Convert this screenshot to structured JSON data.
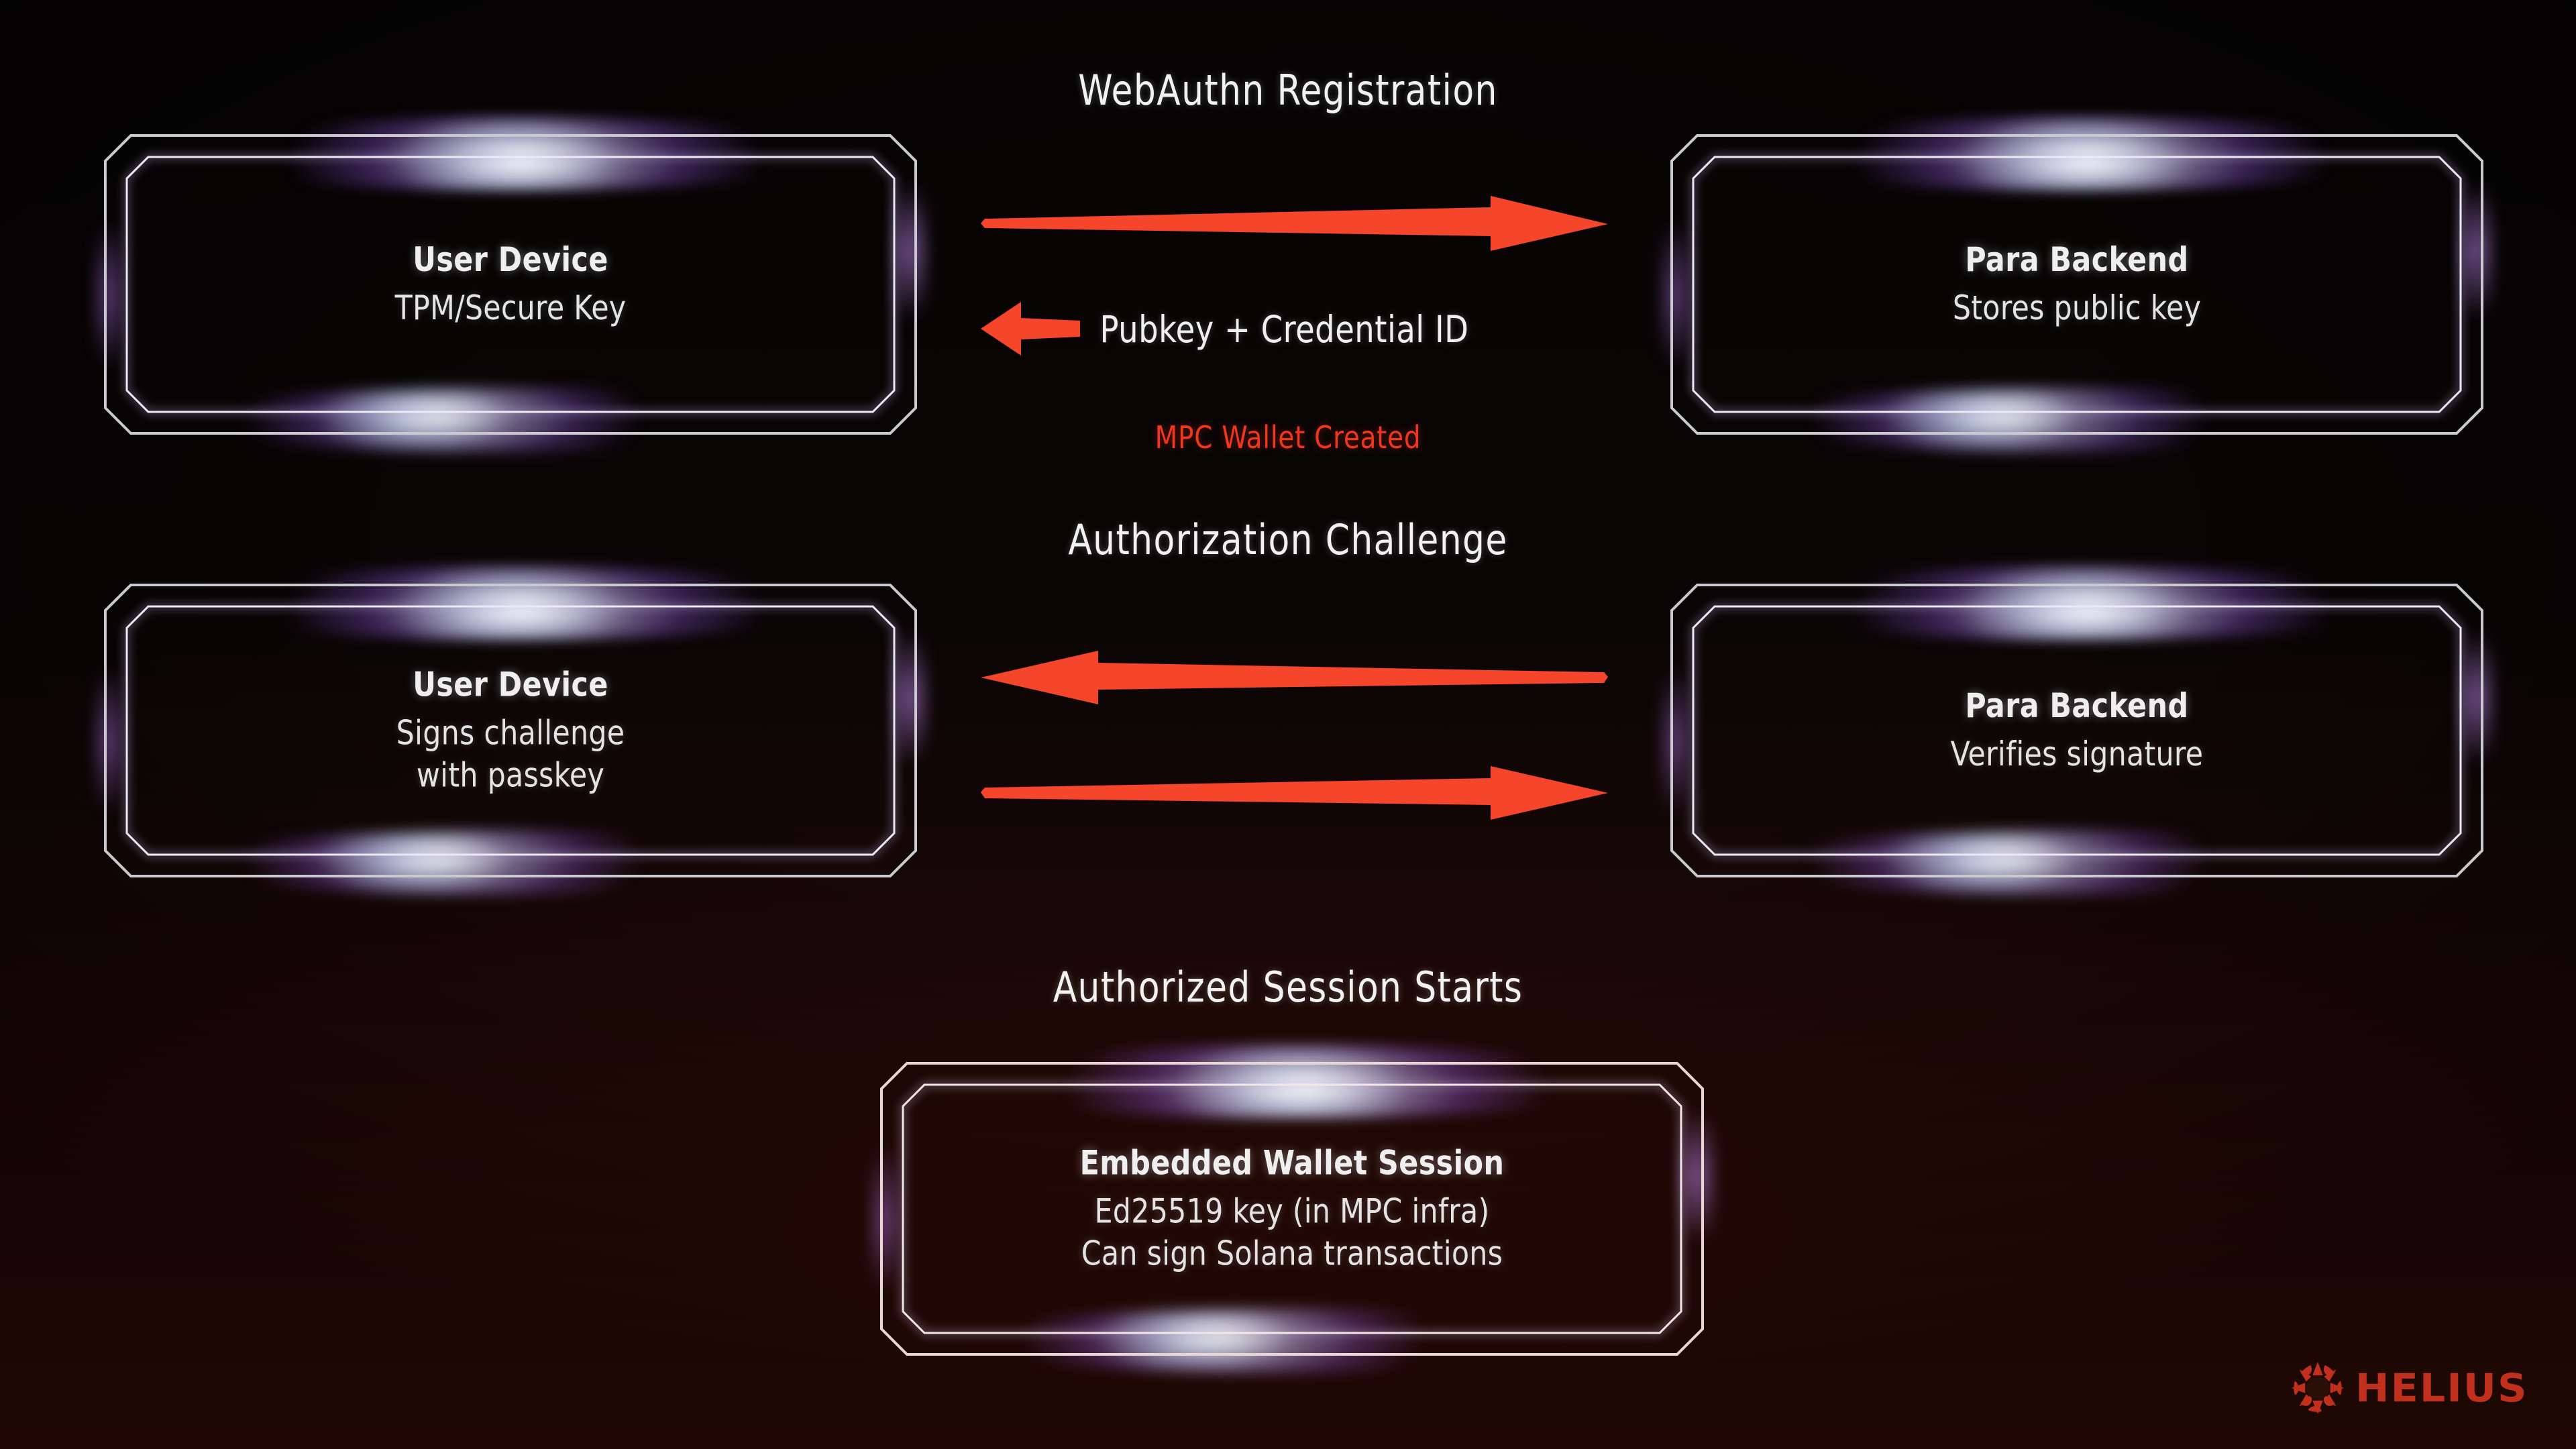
{
  "theme": {
    "background_top": "#070404",
    "background_bottom": "#45120a",
    "arrow_color": "#f5452a",
    "note_color": "#f0371c",
    "glow_purple": "#9a5ae6",
    "glow_cyan": "#bdf6ff",
    "text_color": "#efefef",
    "brand_color": "#c0301c"
  },
  "sections": [
    {
      "title": "WebAuthn Registration",
      "left_box": {
        "title": "User Device",
        "lines": [
          "TPM/Secure Key"
        ]
      },
      "right_box": {
        "title": "Para Backend",
        "lines": [
          "Stores public key"
        ]
      },
      "arrows": [
        {
          "name": "registration-request-arrow",
          "direction": "right"
        },
        {
          "name": "registration-response-arrow",
          "direction": "left"
        }
      ],
      "arrow_label": "Pubkey + Credential ID",
      "note": "MPC Wallet Created"
    },
    {
      "title": "Authorization Challenge",
      "left_box": {
        "title": "User Device",
        "lines": [
          "Signs challenge",
          "with passkey"
        ]
      },
      "right_box": {
        "title": "Para Backend",
        "lines": [
          "Verifies signature"
        ]
      },
      "arrows": [
        {
          "name": "challenge-issue-arrow",
          "direction": "left"
        },
        {
          "name": "challenge-response-arrow",
          "direction": "right"
        }
      ]
    },
    {
      "title": "Authorized Session Starts",
      "center_box": {
        "title": "Embedded Wallet Session",
        "lines": [
          "Ed25519 key (in MPC infra)",
          "Can sign Solana transactions"
        ]
      }
    }
  ],
  "brand": {
    "wordmark": "HELIUS",
    "logo_icon": "helius-sun-icon"
  }
}
